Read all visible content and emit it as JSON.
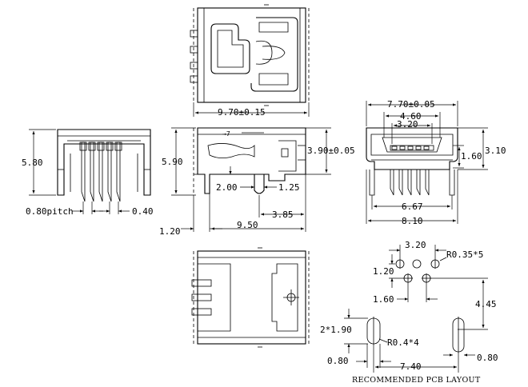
{
  "labels": {
    "top_width": "9.70±0.15",
    "left_height": "5.80",
    "pitch": "0.80pitch",
    "pin_gap": "0.40",
    "mid_height": "5.90",
    "mid_sub": "2.00",
    "mid_slot": "1.25",
    "mid_right": "3.90±0.05",
    "mid_385": "3.85",
    "mid_950": "9.50",
    "mid_120": "1.20",
    "fr_770": "7.70±0.05",
    "fr_460": "4.60",
    "fr_320": "3.20",
    "fr_160": "1.60",
    "fr_310": "3.10",
    "fr_667": "6.67",
    "fr_810": "8.10",
    "pcb_320": "3.20",
    "pcb_r035": "R0.35*5",
    "pcb_120": "1.20",
    "pcb_160": "1.60",
    "pcb_445": "4.45",
    "pcb_2x190": "2*1.90",
    "pcb_r04": "R0.4*4",
    "pcb_080a": "0.80",
    "pcb_740": "7.40",
    "pcb_080b": "0.80",
    "pcb_caption": "RECOMMENDED PCB LAYOUT"
  }
}
